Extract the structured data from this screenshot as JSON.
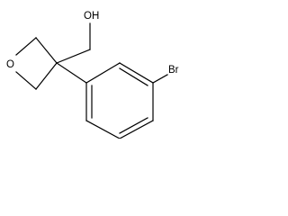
{
  "molecule": {
    "atoms": {
      "hydroxyl": "OH",
      "ring_oxygen": "O",
      "bromine": "Br"
    },
    "colors": {
      "bond": "#000000",
      "label": "#000000",
      "background": "#ffffff"
    }
  }
}
